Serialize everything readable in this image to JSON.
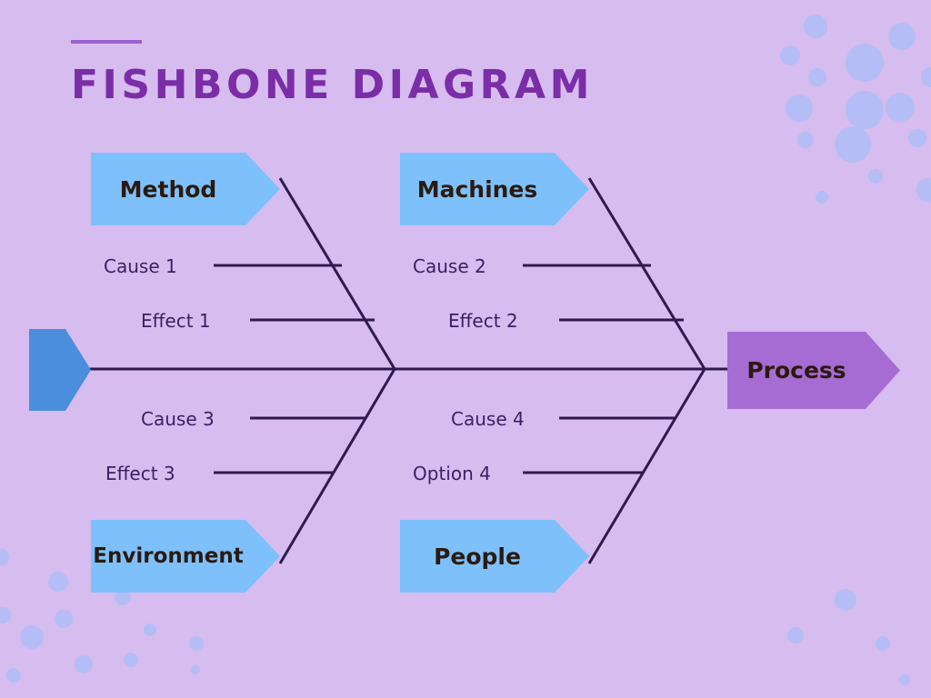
{
  "page": {
    "title": "FISHBONE DIAGRAM",
    "background_color": "#d7bcef",
    "accent_color": "#9a5fd0",
    "title_color": "#7b2da8",
    "bone_color": "#2e1a4f",
    "category_box_color": "#7ec0fb",
    "head_box_color": "#a76bd4",
    "tail_arrow_color": "#4a8edc",
    "dot_color": "#b4bdf5"
  },
  "diagram": {
    "type": "fishbone",
    "head": {
      "label": "Process"
    },
    "tail": {
      "label": ""
    },
    "categories": [
      {
        "id": "method",
        "label": "Method",
        "position": "top-left"
      },
      {
        "id": "machines",
        "label": "Machines",
        "position": "top-right"
      },
      {
        "id": "environment",
        "label": "Environment",
        "position": "bottom-left"
      },
      {
        "id": "people",
        "label": "People",
        "position": "bottom-right"
      }
    ],
    "bones": [
      {
        "id": "bone-1",
        "label": "Cause 1",
        "category": "method",
        "row": 1
      },
      {
        "id": "bone-2",
        "label": "Effect 1",
        "category": "method",
        "row": 2
      },
      {
        "id": "bone-3",
        "label": "Cause 2",
        "category": "machines",
        "row": 1
      },
      {
        "id": "bone-4",
        "label": "Effect 2",
        "category": "machines",
        "row": 2
      },
      {
        "id": "bone-5",
        "label": "Cause 3",
        "category": "environment",
        "row": 1
      },
      {
        "id": "bone-6",
        "label": "Effect 3",
        "category": "environment",
        "row": 2
      },
      {
        "id": "bone-7",
        "label": "Cause 4",
        "category": "people",
        "row": 1
      },
      {
        "id": "bone-8",
        "label": "Option 4",
        "category": "people",
        "row": 2
      }
    ]
  }
}
